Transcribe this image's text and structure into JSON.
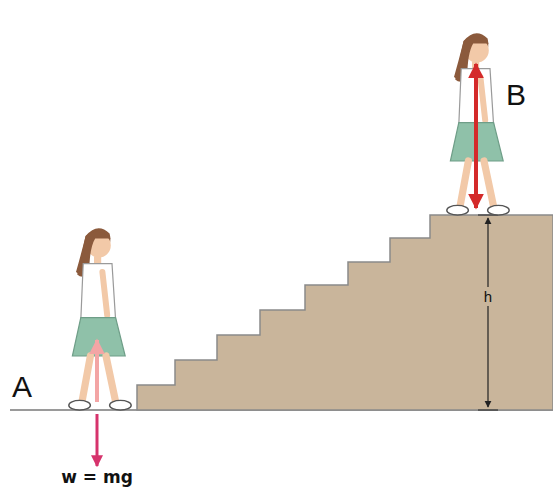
{
  "diagram": {
    "labels": [
      "A",
      "B",
      "h",
      "w = mg"
    ]
  }
}
